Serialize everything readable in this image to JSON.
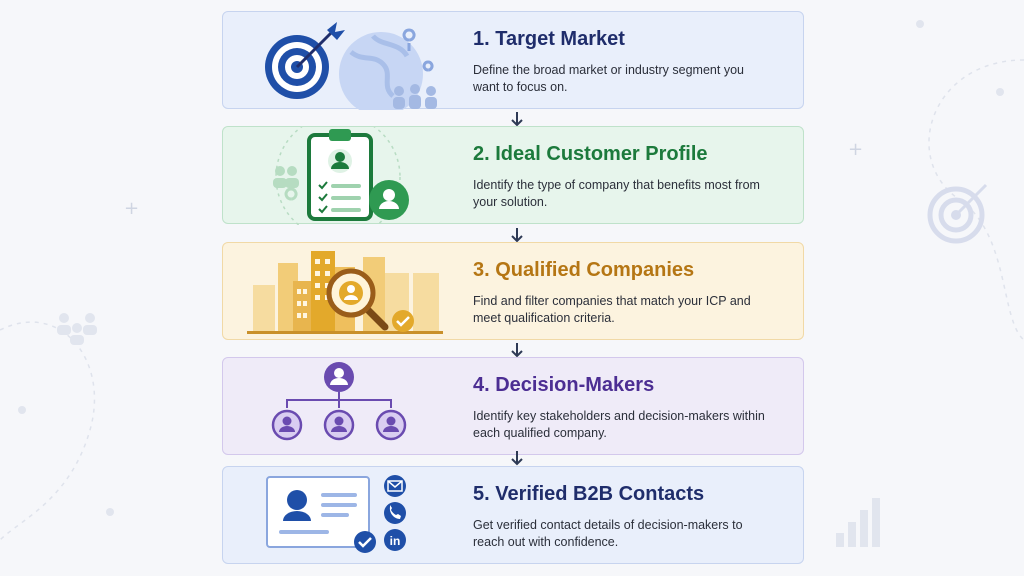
{
  "steps": [
    {
      "title": "1. Target Market",
      "desc": "Define the broad market or industry segment you want to focus on."
    },
    {
      "title": "2. Ideal Customer Profile",
      "desc": "Identify the type of company that benefits most from your solution."
    },
    {
      "title": "3. Qualified Companies",
      "desc": "Find and filter companies that match your ICP and meet qualification criteria."
    },
    {
      "title": "4. Decision-Makers",
      "desc": "Identify key stakeholders and decision-makers within each qualified company."
    },
    {
      "title": "5. Verified B2B Contacts",
      "desc": "Get verified contact details of decision-makers to reach out with confidence."
    }
  ],
  "colors": {
    "navy": "#1f2d6b",
    "blue": "#1f4fa8",
    "green": "#1c7a3c",
    "gold": "#e3a92b",
    "purple": "#6a4bb0"
  },
  "icons": [
    "target-icon",
    "globe-icon",
    "clipboard-icon",
    "user-avatar-icon",
    "buildings-icon",
    "magnifier-icon",
    "check-badge-icon",
    "org-chart-icon",
    "contact-card-icon",
    "email-icon",
    "phone-icon",
    "linkedin-icon"
  ]
}
